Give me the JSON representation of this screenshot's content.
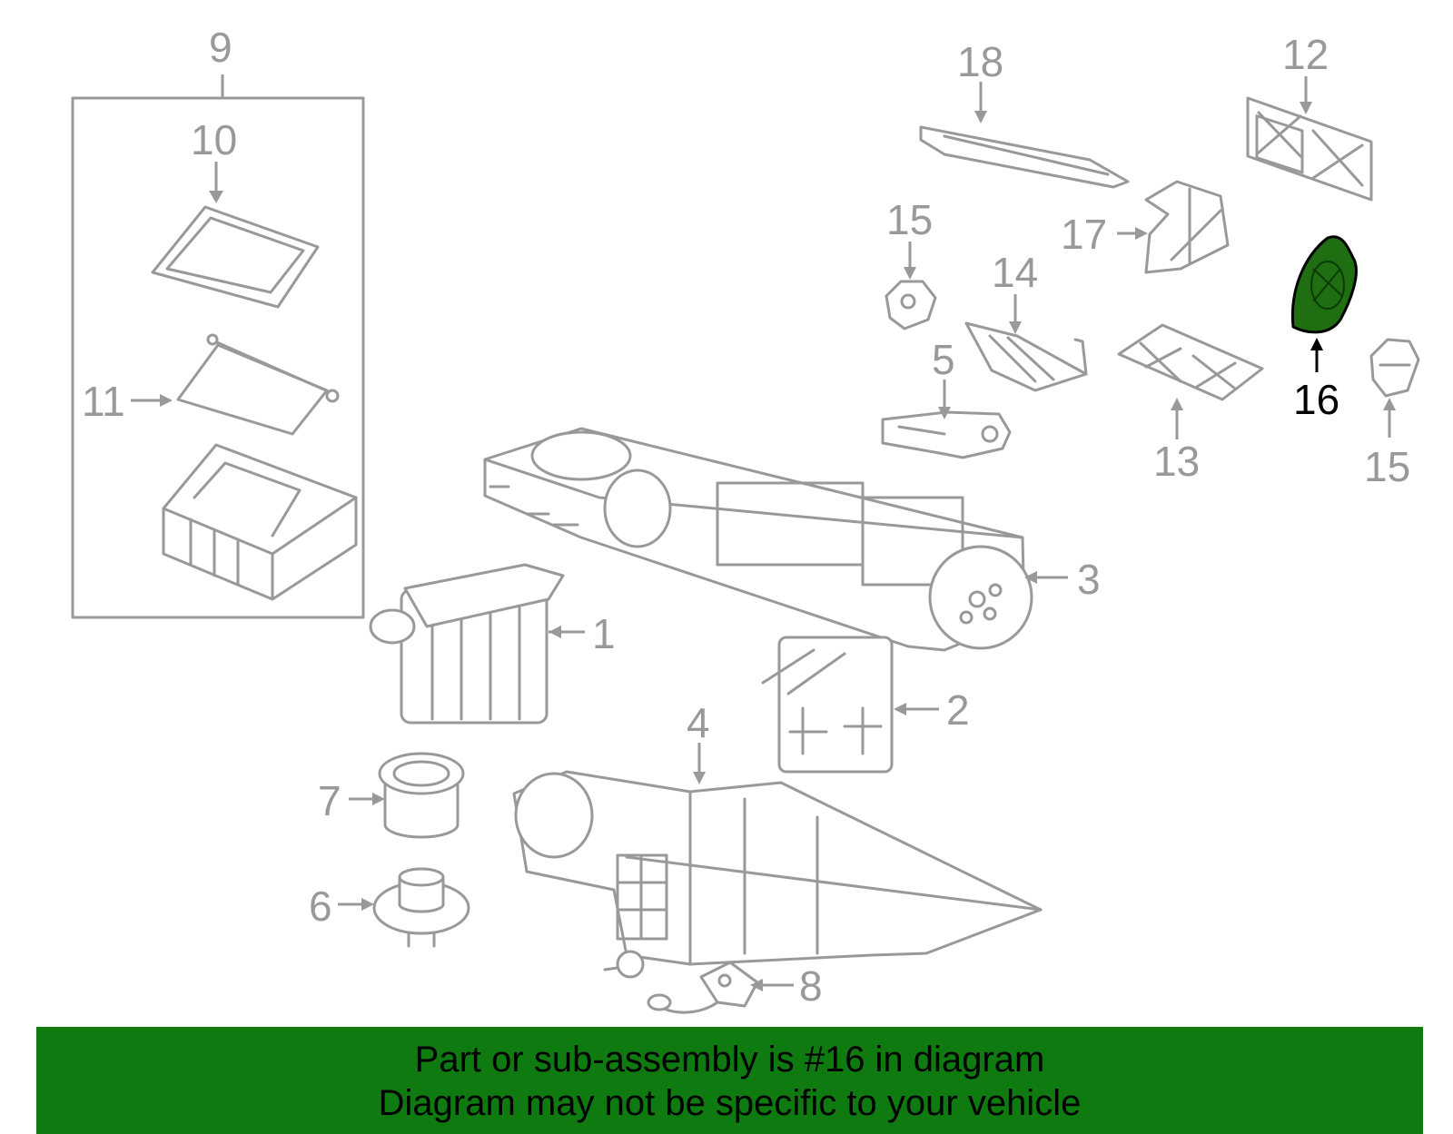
{
  "callouts": {
    "c1": "1",
    "c2": "2",
    "c3": "3",
    "c4": "4",
    "c5": "5",
    "c6": "6",
    "c7": "7",
    "c8": "8",
    "c9": "9",
    "c10": "10",
    "c11": "11",
    "c12": "12",
    "c13": "13",
    "c14": "14",
    "c15a": "15",
    "c15b": "15",
    "c16": "16",
    "c17": "17",
    "c18": "18"
  },
  "highlight": {
    "part_number": "16",
    "color": "#1f6e12"
  },
  "banner": {
    "line1": "Part or sub-assembly is #16 in diagram",
    "line2": "Diagram may not be specific to your vehicle",
    "background": "#0e7a10"
  }
}
